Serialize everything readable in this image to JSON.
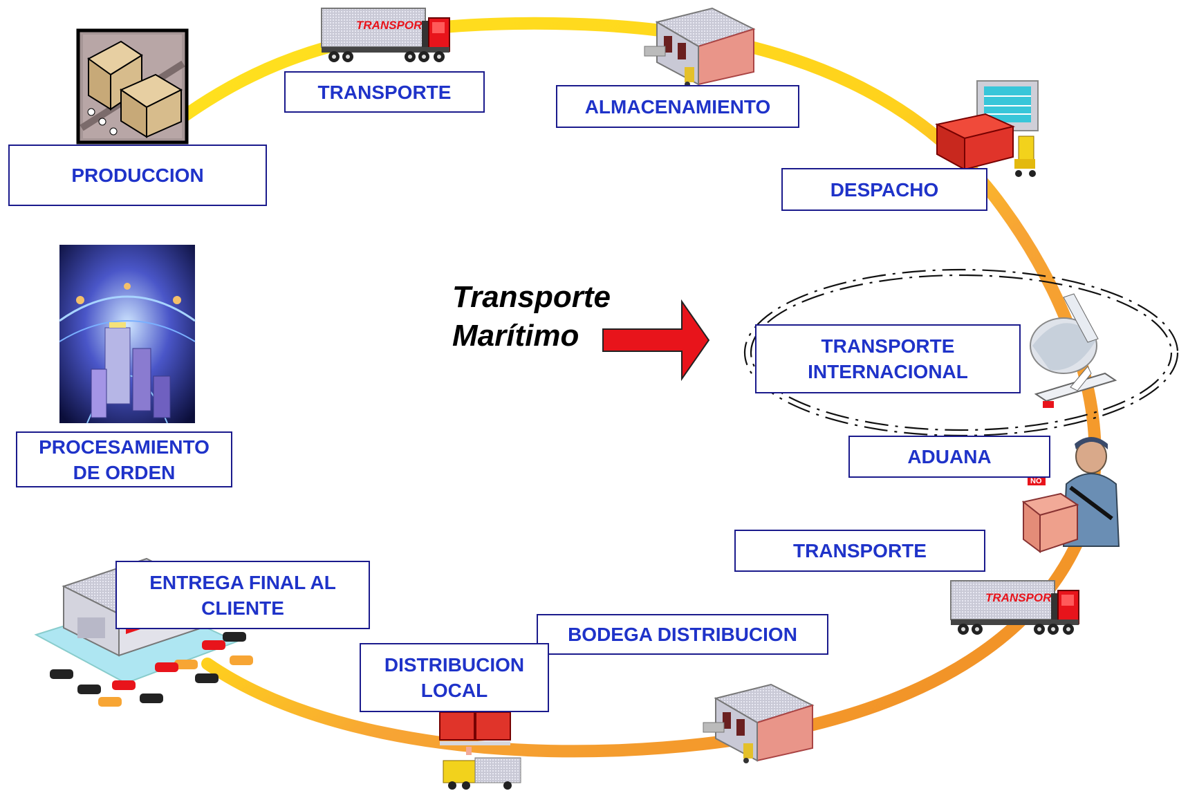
{
  "headline": {
    "line1": "Transporte",
    "line2": "Marítimo"
  },
  "icons": {
    "production": "boxes-on-conveyor-icon",
    "order_processing": "city-globe-network-icon",
    "truck": "transport-truck-icon",
    "warehouse": "warehouse-icon",
    "dispatch": "containers-forklift-icon",
    "international": "airplane-ship-icon",
    "customs": "customs-officer-icon",
    "local_distribution": "containers-truck-icon",
    "final_delivery": "shopping-center-parking-icon"
  },
  "truck_sign": "TRANSPORT",
  "colors": {
    "ring_yellow": "#ffe21f",
    "ring_orange": "#f7a534",
    "label_text": "#1f33c9",
    "label_border": "#1a1a8c",
    "arrow_fill": "#e8141b"
  },
  "labels": {
    "produccion": "PRODUCCION",
    "transporte_1": "TRANSPORTE",
    "almacenamiento": "ALMACENAMIENTO",
    "despacho": "DESPACHO",
    "transporte_internacional": "TRANSPORTE\nINTERNACIONAL",
    "aduana": "ADUANA",
    "transporte_2": "TRANSPORTE",
    "bodega_distribucion": "BODEGA DISTRIBUCION",
    "distribucion_local": "DISTRIBUCION\nLOCAL",
    "entrega_final": "ENTREGA FINAL AL\nCLIENTE",
    "procesamiento_orden": "PROCESAMIENTO\nDE ORDEN"
  }
}
